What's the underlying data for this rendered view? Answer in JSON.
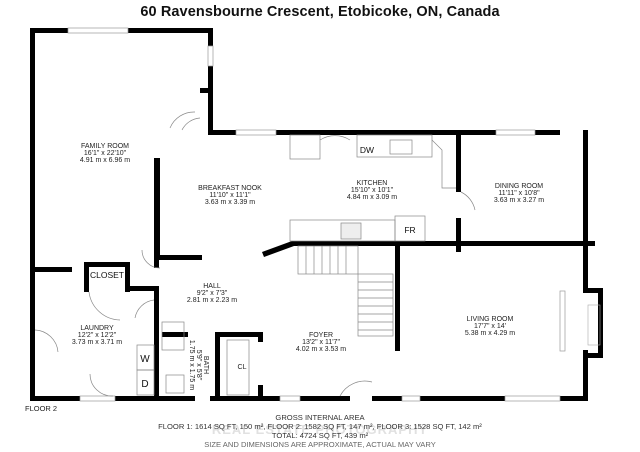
{
  "title": "60 Ravensbourne Crescent, Etobicoke, ON, Canada",
  "floor_label": "FLOOR 2",
  "rooms": [
    {
      "id": "family-room",
      "name": "FAMILY ROOM",
      "imperial": "16'1\" x 22'10\"",
      "metric": "4.91 m x 6.96 m"
    },
    {
      "id": "breakfast-nook",
      "name": "BREAKFAST NOOK",
      "imperial": "11'10\" x 11'1\"",
      "metric": "3.63 m x 3.39 m"
    },
    {
      "id": "kitchen",
      "name": "KITCHEN",
      "imperial": "15'10\" x 10'1\"",
      "metric": "4.84 m x 3.09 m"
    },
    {
      "id": "dining-room",
      "name": "DINING ROOM",
      "imperial": "11'11\" x 10'8\"",
      "metric": "3.63 m x 3.27 m"
    },
    {
      "id": "laundry",
      "name": "LAUNDRY",
      "imperial": "12'2\" x 12'2\"",
      "metric": "3.73 m x 3.71 m"
    },
    {
      "id": "hall",
      "name": "HALL",
      "imperial": "9'2\" x 7'3\"",
      "metric": "2.81 m x 2.23 m"
    },
    {
      "id": "foyer",
      "name": "FOYER",
      "imperial": "13'2\" x 11'7\"",
      "metric": "4.02 m x 3.53 m"
    },
    {
      "id": "living-room",
      "name": "LIVING ROOM",
      "imperial": "17'7\" x 14'",
      "metric": "5.38 m x 4.29 m"
    },
    {
      "id": "bath",
      "name": "BATH",
      "imperial": "5'9\" x 5'8\"",
      "metric": "1.75 m x 1.75 m"
    }
  ],
  "fixtures": {
    "closet": "CLOSET",
    "cl": "CL",
    "dw": "DW",
    "fr": "FR",
    "washer": "W",
    "dryer": "D"
  },
  "footer": {
    "heading": "GROSS INTERNAL AREA",
    "floors_line": "FLOOR 1: 1614 SQ FT, 150 m², FLOOR 2: 1582 SQ FT, 147 m², FLOOR 3: 1528 SQ FT, 142 m²",
    "total_line": "TOTAL: 4724 SQ FT, 439 m²",
    "disclaimer": "SIZE AND DIMENSIONS ARE APPROXIMATE, ACTUAL MAY VARY",
    "watermark": "REAL ESTATE PHOTOGRAPHY"
  }
}
